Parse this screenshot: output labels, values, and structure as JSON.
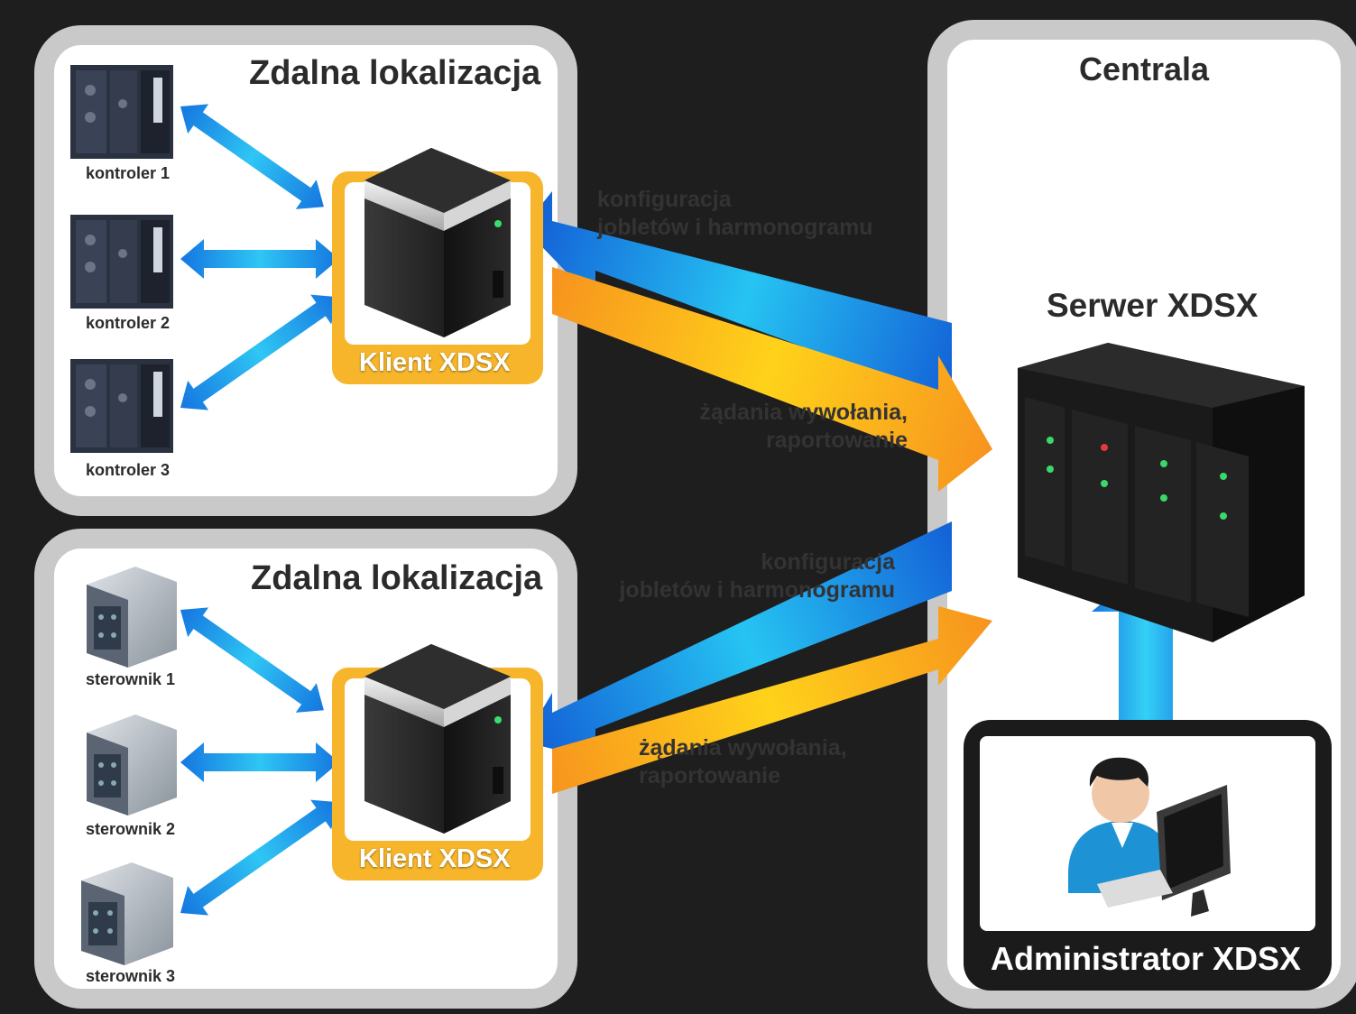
{
  "site_top": {
    "title": "Zdalna lokalizacja",
    "devices": [
      "kontroler 1",
      "kontroler 2",
      "kontroler 3"
    ],
    "client_label": "Klient XDSX",
    "flow_down": [
      "konfiguracja",
      "jobletów i harmonogramu"
    ],
    "flow_up": [
      "żądania wywołania,",
      "raportowanie"
    ]
  },
  "site_bottom": {
    "title": "Zdalna lokalizacja",
    "devices": [
      "sterownik 1",
      "sterownik 2",
      "sterownik 3"
    ],
    "client_label": "Klient XDSX",
    "flow_down": [
      "konfiguracja",
      "jobletów i harmonogramu"
    ],
    "flow_up": [
      "żądania wywołania,",
      "raportowanie"
    ]
  },
  "central": {
    "title": "Centrala",
    "server_label": "Serwer XDSX",
    "admin_label": "Administrator XDSX"
  },
  "colors": {
    "blue_arrow": "#1e7fe0",
    "orange_arrow": "#f7931e",
    "client_frame": "#f6b52a",
    "panel_border": "#c9c9c9"
  },
  "icons": [
    "controller-device-icon",
    "plc-module-icon",
    "client-server-icon",
    "server-rack-icon",
    "administrator-person-icon",
    "monitor-icon"
  ]
}
